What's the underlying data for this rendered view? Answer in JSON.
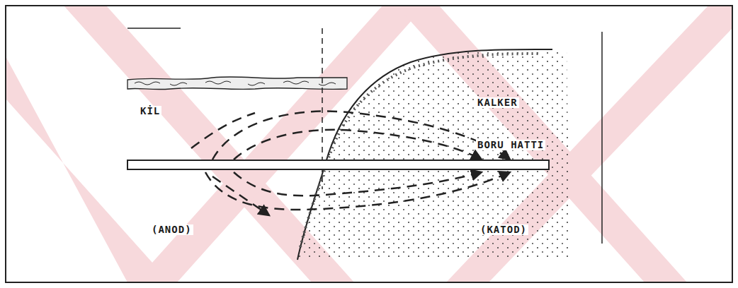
{
  "diagram": {
    "labels": [
      "KİL",
      "KALKER",
      "BORU HATTI",
      "(ANOD)",
      "(KATOD)"
    ]
  }
}
